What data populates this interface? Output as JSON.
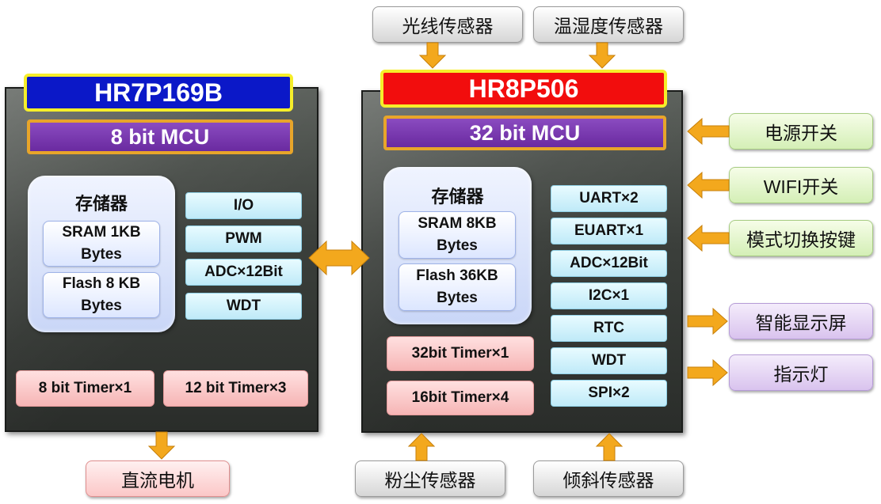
{
  "left_chip": {
    "name": "HR7P169B",
    "name_color": "#0b18c8",
    "mcu": "8 bit MCU",
    "memory": {
      "title": "存储器",
      "items": [
        "SRAM 1KB\nBytes",
        "Flash 8 KB\nBytes"
      ]
    },
    "peripherals": [
      "I/O",
      "PWM",
      "ADC×12Bit",
      "WDT"
    ],
    "timers": [
      "8 bit Timer×1",
      "12 bit Timer×3"
    ]
  },
  "right_chip": {
    "name": "HR8P506",
    "name_color": "#f20d0d",
    "mcu": "32 bit MCU",
    "memory": {
      "title": "存储器",
      "items": [
        "SRAM 8KB\nBytes",
        "Flash 36KB\nBytes"
      ]
    },
    "peripherals": [
      "UART×2",
      "EUART×1",
      "ADC×12Bit",
      "I2C×1",
      "RTC",
      "WDT",
      "SPI×2"
    ],
    "timers": [
      "32bit Timer×1",
      "16bit Timer×4"
    ]
  },
  "sensors_top": [
    "光线传感器",
    "温湿度传感器"
  ],
  "sensors_bottom": [
    "粉尘传感器",
    "倾斜传感器"
  ],
  "right_inputs": [
    "电源开关",
    "WIFI开关",
    "模式切换按键"
  ],
  "right_outputs": [
    "智能显示屏",
    "指示灯"
  ],
  "motor": "直流电机",
  "arrow_color": "#f3a81d"
}
